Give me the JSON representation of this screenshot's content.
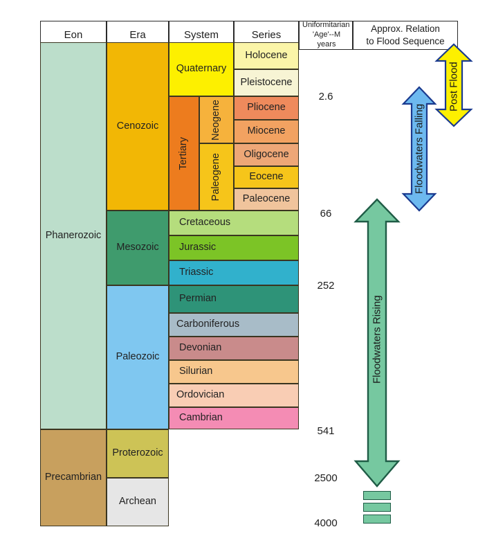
{
  "columns": {
    "eon": "Eon",
    "era": "Era",
    "system": "System",
    "series": "Series",
    "age_line1": "Uniformitarian",
    "age_line2": "'Age'--M years",
    "flood_line1": "Approx. Relation",
    "flood_line2": "to Flood Sequence"
  },
  "eons": [
    {
      "label": "Phanerozoic",
      "color": "#bcdecb"
    },
    {
      "label": "Precambrian",
      "color": "#c8a05e"
    }
  ],
  "eras": [
    {
      "label": "Cenozoic",
      "color": "#f2b705"
    },
    {
      "label": "Mesozoic",
      "color": "#3f9b6d"
    },
    {
      "label": "Paleozoic",
      "color": "#7fc7f0"
    },
    {
      "label": "Proterozoic",
      "color": "#cdc356"
    },
    {
      "label": "Archean",
      "color": "#e6e6e6"
    }
  ],
  "systems": [
    {
      "label": "Quaternary",
      "color": "#fdf000"
    },
    {
      "label": "Tertiary",
      "color": "#ed7c1e"
    },
    {
      "label": "Neogene",
      "color": "#f6b23c"
    },
    {
      "label": "Paleogene",
      "color": "#f6c51a"
    },
    {
      "label": "Cretaceous",
      "color": "#b5dd7d"
    },
    {
      "label": "Jurassic",
      "color": "#7cc426"
    },
    {
      "label": "Triassic",
      "color": "#31b1cc"
    },
    {
      "label": "Permian",
      "color": "#2e9378"
    },
    {
      "label": "Carboniferous",
      "color": "#a8bcc8"
    },
    {
      "label": "Devonian",
      "color": "#c98b8b"
    },
    {
      "label": "Silurian",
      "color": "#f7c78d"
    },
    {
      "label": "Ordovician",
      "color": "#f9cdb4"
    },
    {
      "label": "Cambrian",
      "color": "#f48cb4"
    }
  ],
  "series": [
    {
      "label": "Holocene",
      "color": "#fbf5a8"
    },
    {
      "label": "Pleistocene",
      "color": "#f7f4d4"
    },
    {
      "label": "Pliocene",
      "color": "#ef8a5c"
    },
    {
      "label": "Miocene",
      "color": "#f2a261"
    },
    {
      "label": "Oligocene",
      "color": "#eea777"
    },
    {
      "label": "Eocene",
      "color": "#f6c51a"
    },
    {
      "label": "Paleocene",
      "color": "#f0c49c"
    }
  ],
  "ages": [
    "2.6",
    "66",
    "252",
    "541",
    "2500",
    "4000"
  ],
  "arrows": [
    {
      "label": "Post Flood",
      "fill": "#fdf000",
      "stroke": "#1a3a8f"
    },
    {
      "label": "Floodwaters Falling",
      "fill": "#6db9ef",
      "stroke": "#1a3a8f"
    },
    {
      "label": "Floodwaters Rising",
      "fill": "#76c8a0",
      "stroke": "#1f5c46"
    }
  ]
}
